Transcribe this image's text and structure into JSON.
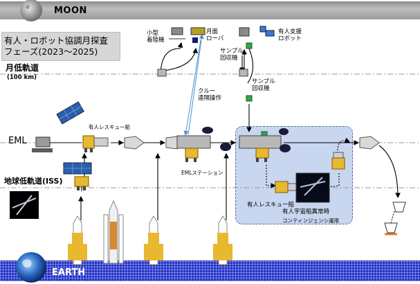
{
  "moon": {
    "label": "MOON"
  },
  "earth": {
    "label": "EARTH"
  },
  "title": "有人・ロボット協調月探査\nフェーズ(2023～2025)",
  "levels": {
    "lunar_orbit": "月低軌道",
    "lunar_orbit_alt": "(100 km)",
    "eml": "EML",
    "leo": "地球低軌道(ISS)"
  },
  "labels": {
    "small_lander": "小型\n着陸機",
    "rover": "月面\nローバ",
    "sample_return": "サンプル\n回収機",
    "support_robot": "有人支援\nロボット",
    "sample_return_2": "サンプル\n回収機",
    "crew_remote": "クルー\n遠隔操作",
    "rescue_ship_top": "有人レスキュー船",
    "eml_station": "EMLステーション",
    "rescue_ship_box": "有人レスキュー船",
    "contingency": "有人宇宙船異常時",
    "contingency_op": "コンティンジェンシ運用"
  },
  "colors": {
    "flow_line": "#000000",
    "remote_link": "#4a8fd0",
    "box_fill": "#c8d6ef",
    "earth_band": "#2233c8",
    "rocket_body": "#e8b830",
    "sample_marker": "#2ea84a"
  }
}
